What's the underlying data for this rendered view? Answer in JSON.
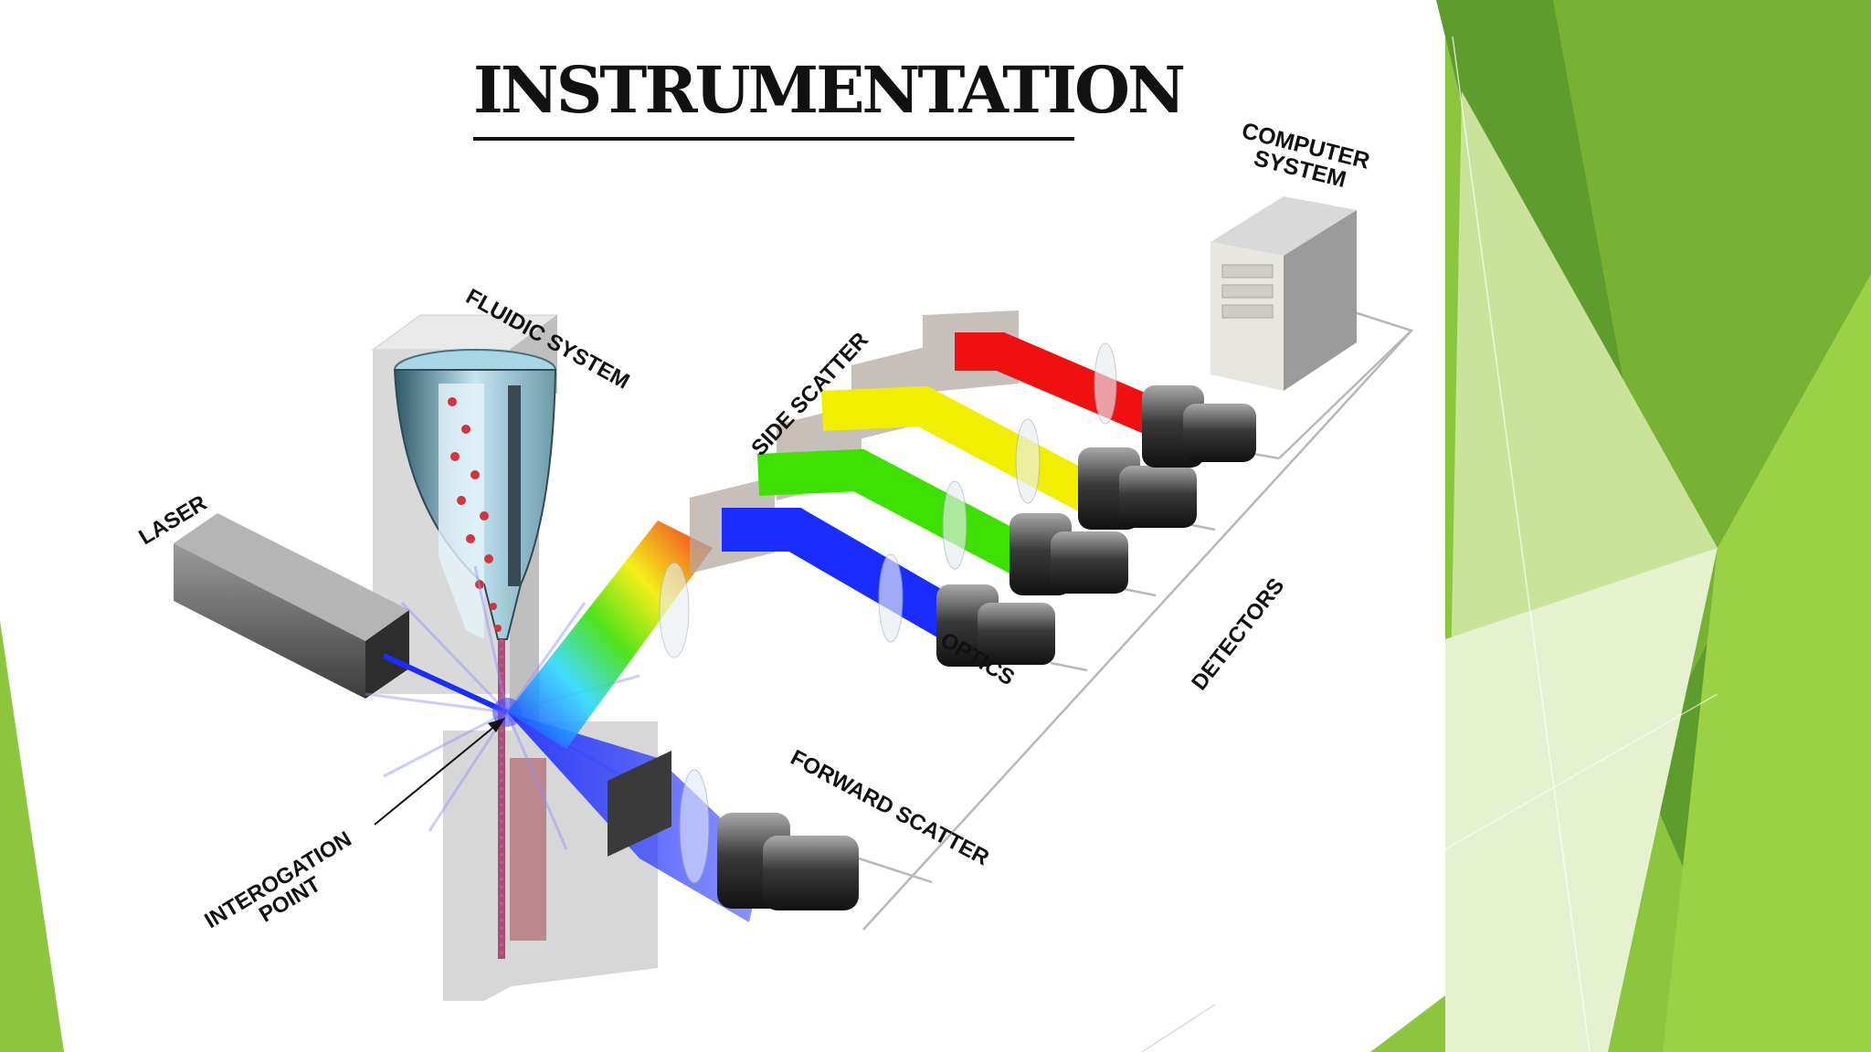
{
  "slide": {
    "title": "INSTRUMENTATION"
  },
  "labels": {
    "computer_system": [
      "COMPUTER",
      "SYSTEM"
    ],
    "fluidic_system": "FLUIDIC SYSTEM",
    "side_scatter": "SIDE SCATTER",
    "laser": "LASER",
    "optics": "OPTICS",
    "detectors": "DETECTORS",
    "forward_scatter": "FORWARD SCATTER",
    "interrogation_point": [
      "INTEROGATION",
      "POINT"
    ]
  },
  "colors": {
    "accent_green": "#8cc63f",
    "accent_green_dark": "#5e9c2e",
    "accent_green_light": "#c9e39a",
    "beam_blue": "#1a2cff",
    "beam_green": "#3ee000",
    "beam_yellow": "#f2ee00",
    "beam_red": "#f01010"
  }
}
